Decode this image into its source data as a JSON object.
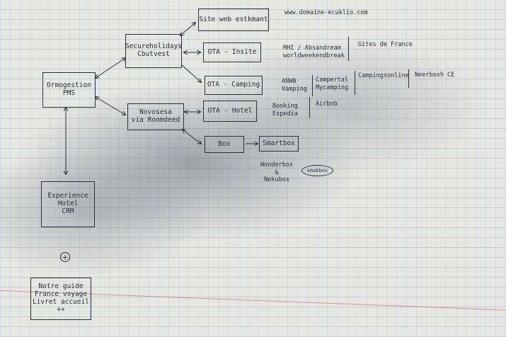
{
  "nodes": {
    "site_web": {
      "lines": [
        "Site web estkmant"
      ]
    },
    "secure_holidays": {
      "lines": [
        "Secureholidays",
        "Cbutvest"
      ]
    },
    "ota_insite": {
      "lines": [
        "OTA - Insite"
      ]
    },
    "ota_camping": {
      "lines": [
        "OTA - Camping"
      ]
    },
    "ota_hotel": {
      "lines": [
        "OTA - Hotel"
      ]
    },
    "novosesa": {
      "lines": [
        "Novosesa",
        "via Roomdeed"
      ]
    },
    "box": {
      "lines": [
        "Box"
      ]
    },
    "smartbox": {
      "lines": [
        "Smartbox"
      ]
    },
    "ormogestion": {
      "lines": [
        "Ormogestion",
        "PMS"
      ]
    },
    "experience": {
      "lines": [
        "Experience",
        "Hotel",
        "CRM"
      ]
    },
    "notice": {
      "lines": [
        "Notre guide",
        "France voyage",
        "Livret accueil ++"
      ]
    }
  },
  "notes": {
    "url": "www.domaine-ecuklio.com",
    "mhi": [
      "MHI / Absandream",
      "worldweekendbreak"
    ],
    "gites": "Gites de France",
    "anwb": [
      "ANWB",
      "Vamping"
    ],
    "campertal": [
      "Campertal",
      "Mycamping"
    ],
    "campings_online": "Campingsonline",
    "neerbos": "Neerbosh CE",
    "booking": [
      "Booking",
      "Expedia"
    ],
    "airbnb": "Airbnb",
    "wonderbox": [
      "Wonderbox",
      "&",
      "Nekubox"
    ],
    "oval": "smakbox"
  },
  "plus_symbol": "+"
}
